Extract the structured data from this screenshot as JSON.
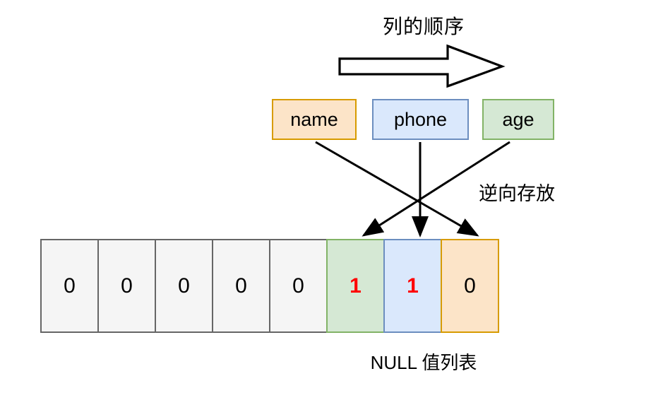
{
  "diagram": {
    "title": "列的顺序",
    "reverse_storage_label": "逆向存放",
    "null_list_caption": "NULL 值列表",
    "direction_arrow": "big-right-arrow"
  },
  "columns": [
    {
      "name": "name",
      "fill": "#fce4c8",
      "stroke": "#d79b00"
    },
    {
      "name": "phone",
      "fill": "#dae8fc",
      "stroke": "#6c8ebf"
    },
    {
      "name": "age",
      "fill": "#d5e8d4",
      "stroke": "#82b366"
    }
  ],
  "null_bitmap": {
    "cells": [
      {
        "value": "0",
        "kind": "gray",
        "value_color": "#000000"
      },
      {
        "value": "0",
        "kind": "gray",
        "value_color": "#000000"
      },
      {
        "value": "0",
        "kind": "gray",
        "value_color": "#000000"
      },
      {
        "value": "0",
        "kind": "gray",
        "value_color": "#000000"
      },
      {
        "value": "0",
        "kind": "gray",
        "value_color": "#000000"
      },
      {
        "value": "1",
        "kind": "green",
        "value_color": "#ff0000"
      },
      {
        "value": "1",
        "kind": "blue",
        "value_color": "#ff0000"
      },
      {
        "value": "0",
        "kind": "orange",
        "value_color": "#000000"
      }
    ]
  },
  "mappings": [
    {
      "from": "age",
      "to_cell_index": 5
    },
    {
      "from": "phone",
      "to_cell_index": 6
    },
    {
      "from": "name",
      "to_cell_index": 7
    }
  ],
  "colors": {
    "orange_fill": "#fce4c8",
    "orange_stroke": "#d79b00",
    "blue_fill": "#dae8fc",
    "blue_stroke": "#6c8ebf",
    "green_fill": "#d5e8d4",
    "green_stroke": "#82b366",
    "gray_fill": "#f5f5f5",
    "gray_stroke": "#666666",
    "highlight_text": "#ff0000",
    "line": "#000000"
  }
}
